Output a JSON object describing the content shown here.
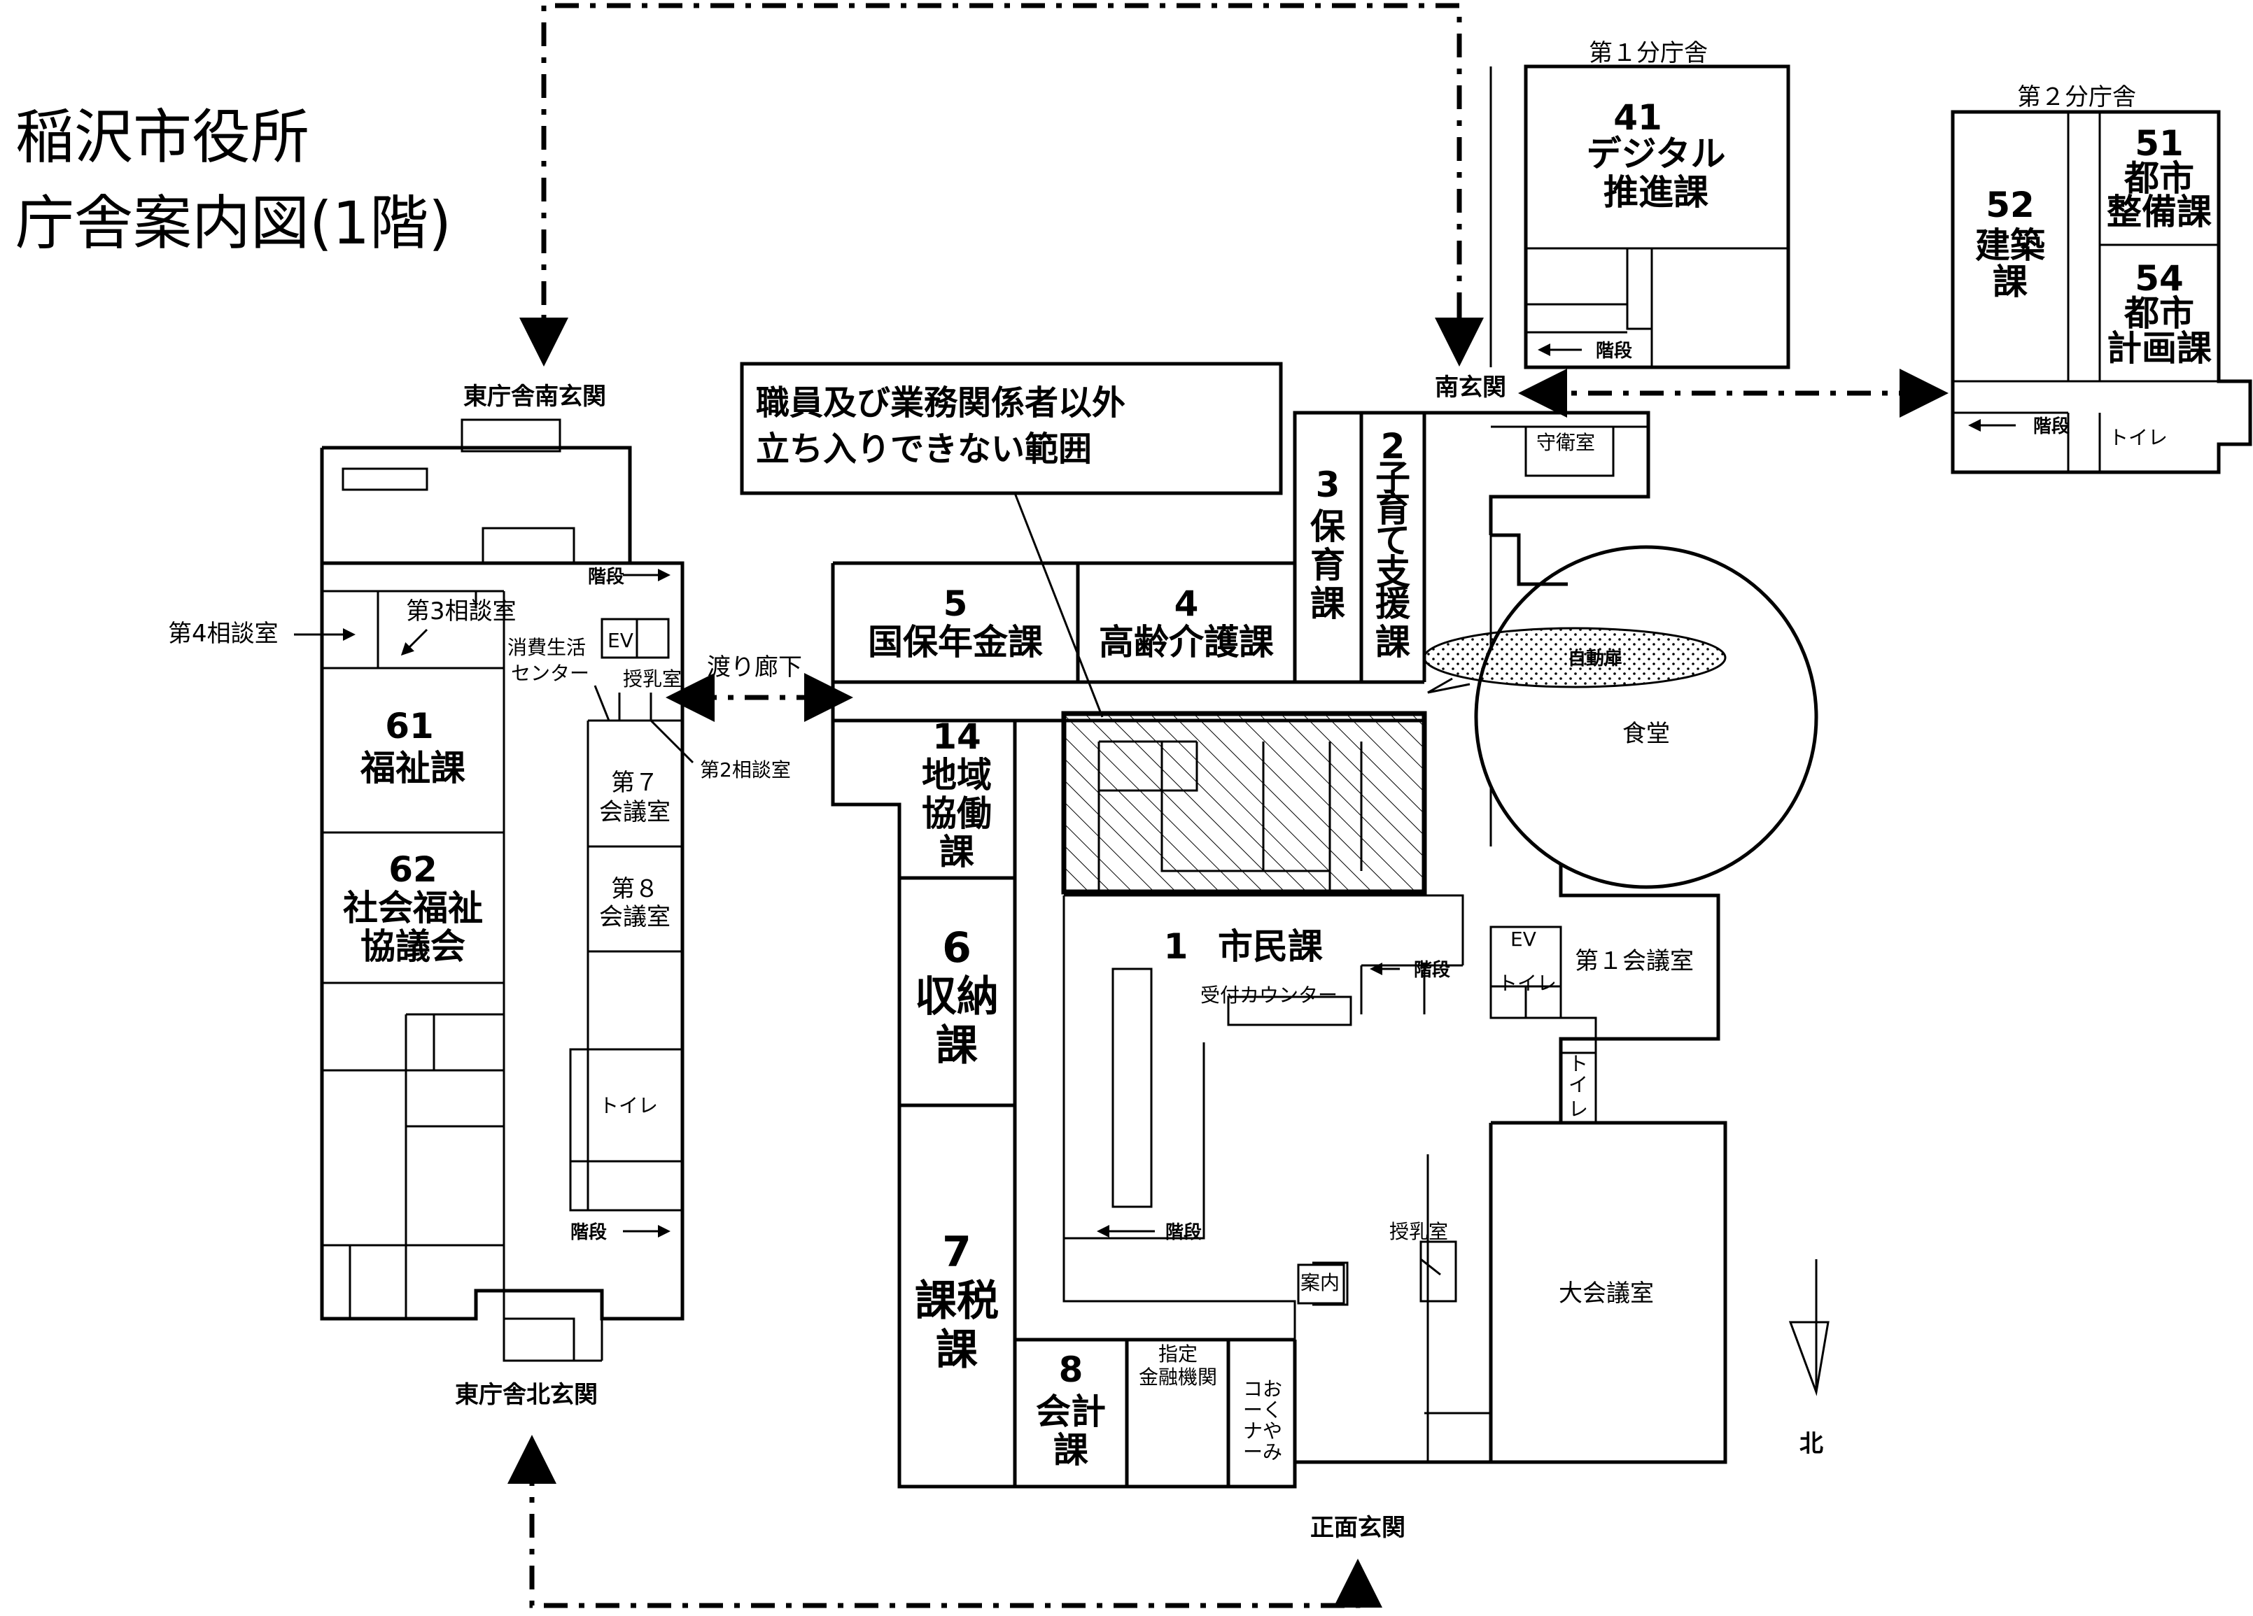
{
  "title": {
    "line1": "稲沢市役所",
    "line2": "庁舎案内図(1階)"
  },
  "restricted_note": {
    "line1": "職員及び業務関係者以外",
    "line2": "立ち入りできない範囲"
  },
  "entrances": {
    "east_south": "東庁舎南玄関",
    "east_north": "東庁舎北玄関",
    "south": "南玄関",
    "front": "正面玄関"
  },
  "buildings": {
    "annex1": "第１分庁舎",
    "annex2": "第２分庁舎"
  },
  "departments": [
    {
      "num": "41",
      "lines": [
        "デジタル",
        "推進課"
      ]
    },
    {
      "num": "52",
      "lines": [
        "建築",
        "課"
      ]
    },
    {
      "num": "51",
      "lines": [
        "都市",
        "整備課"
      ]
    },
    {
      "num": "54",
      "lines": [
        "都市",
        "計画課"
      ]
    },
    {
      "num": "5",
      "lines": [
        "国保年金課"
      ]
    },
    {
      "num": "4",
      "lines": [
        "高齢介護課"
      ]
    },
    {
      "num": "3",
      "lines": [
        "保",
        "育",
        "課"
      ]
    },
    {
      "num": "2",
      "lines": [
        "子",
        "育",
        "て",
        "支",
        "援",
        "課"
      ]
    },
    {
      "num": "14",
      "lines": [
        "地域",
        "協働",
        "課"
      ]
    },
    {
      "num": "6",
      "lines": [
        "収納",
        "課"
      ]
    },
    {
      "num": "7",
      "lines": [
        "課税",
        "課"
      ]
    },
    {
      "num": "8",
      "lines": [
        "会計",
        "課"
      ]
    },
    {
      "num": "1",
      "lines": [
        "市民課"
      ]
    },
    {
      "num": "61",
      "lines": [
        "福祉課"
      ]
    },
    {
      "num": "62",
      "lines": [
        "社会福祉",
        "協議会"
      ]
    }
  ],
  "rooms": {
    "consult4": "第4相談室",
    "consult3": "第3相談室",
    "consult2": "第2相談室",
    "consumer_line1": "消費生活",
    "consumer_line2": "センター",
    "nursing": "授乳室",
    "corridor": "渡り廊下",
    "meeting7_line1": "第７",
    "meeting7_line2": "会議室",
    "meeting8_line1": "第８",
    "meeting8_line2": "会議室",
    "toilet": "トイレ",
    "toilet_v": [
      "ト",
      "イ",
      "レ"
    ],
    "stairs": "階段",
    "ev": "EV",
    "guard": "守衛室",
    "auto_door": "自動扉",
    "cafeteria": "食堂",
    "meeting1": "第１会議室",
    "reception": "受付カウンター",
    "info": "案内",
    "bank_line1": "指定",
    "bank_line2": "金融機関",
    "condolence_col1": [
      "お",
      "く",
      "や",
      "み"
    ],
    "condolence_col2": [
      "コ",
      "ー",
      "ナ",
      "ー"
    ],
    "hall": "大会議室"
  },
  "compass": {
    "north": "北"
  }
}
